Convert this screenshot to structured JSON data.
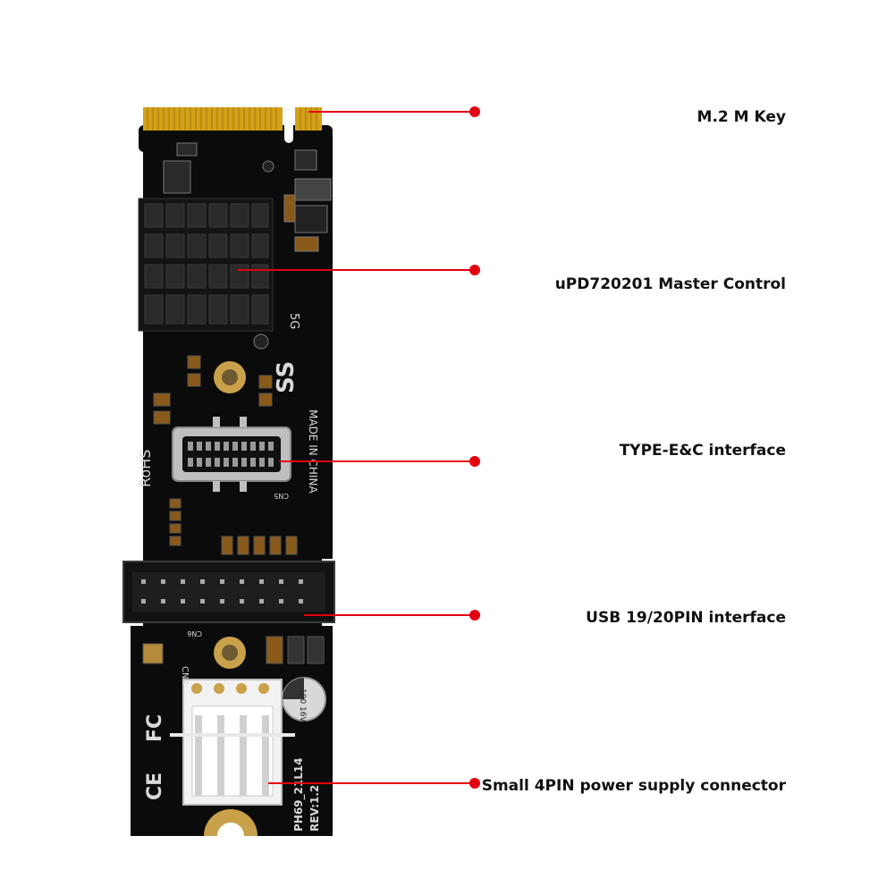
{
  "callouts": [
    {
      "id": "m2-key",
      "label": "M.2 M Key"
    },
    {
      "id": "master-control",
      "label": "uPD720201 Master Control"
    },
    {
      "id": "type-e-c",
      "label": "TYPE-E&C interface"
    },
    {
      "id": "usb-header",
      "label": "USB 19/20PIN interface"
    },
    {
      "id": "power-connector",
      "label": "Small 4PIN power supply connector"
    }
  ],
  "silkscreen": {
    "rohs": "RoHS",
    "made_in": "MADE IN CHINA",
    "ss": "SS",
    "five_g": "5G",
    "model": "PH69_21L14",
    "rev": "REV:1.2",
    "fcc": "FC",
    "ce": "CE",
    "cn5": "CN5",
    "cn6": "CN6",
    "cn4": "CN4",
    "cap": "100\n16V"
  },
  "colors": {
    "board": "#0b0b0b",
    "gold": "#d4a017",
    "callout": "#e3000f",
    "label": "#111111"
  }
}
